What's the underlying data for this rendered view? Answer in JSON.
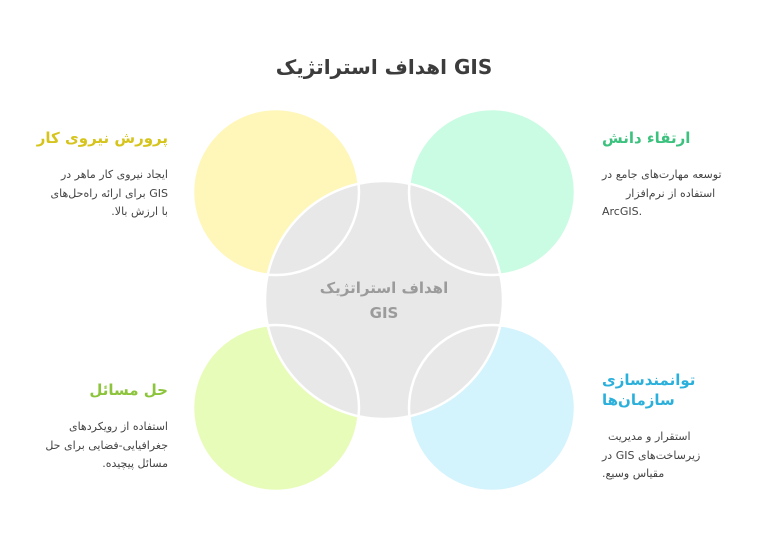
{
  "title": "GIS اهداف استراتژیک",
  "center": {
    "line1": "اهداف استراتژیک",
    "line2": "GIS",
    "fill": "#E8E8E8",
    "text_color": "#9B9B9B"
  },
  "quadrants": {
    "top_left": {
      "title": "پرورش نیروی کار",
      "title_color": "#D6C41C",
      "circle_fill": "#FFF6B9",
      "body_lines": [
        "ایجاد نیروی کار ماهر در",
        "برای ارائه راه‌حل‌های GIS",
        ".با ارزش بالا"
      ]
    },
    "top_right": {
      "title": "ارتقاء دانش",
      "title_color": "#3CC27E",
      "circle_fill": "#C9FCE2",
      "body_lines": [
        "توسعه مهارت‌های جامع در",
        "استفاده از نرم‌افزار",
        "ArcGIS."
      ]
    },
    "bottom_left": {
      "title": "حل مسائل",
      "title_color": "#8CC43C",
      "circle_fill": "#E8FCBA",
      "body_lines": [
        "استفاده از رویکردهای",
        "جغرافیایی-فضایی برای حل",
        ".مسائل پیچیده"
      ]
    },
    "bottom_right": {
      "title_lines": [
        "توانمندسازی",
        "سازمان‌ها"
      ],
      "title_color": "#2BB0DC",
      "circle_fill": "#D3F3FD",
      "body_lines": [
        "استقرار و مدیریت",
        "در GIS زیرساخت‌های",
        ".مقیاس وسیع"
      ]
    }
  }
}
